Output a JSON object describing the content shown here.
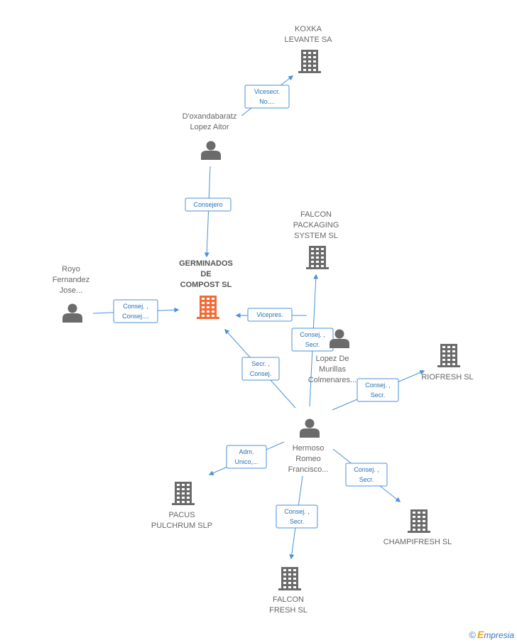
{
  "nodes": [
    {
      "id": "germinados",
      "kind": "company",
      "main": true,
      "lines": [
        "GERMINADOS",
        "DE",
        "COMPOST SL"
      ]
    },
    {
      "id": "koxka",
      "kind": "company",
      "lines": [
        "KOXKA",
        "LEVANTE SA"
      ]
    },
    {
      "id": "doxandabaratz",
      "kind": "person",
      "lines": [
        "D'oxandabaratz",
        "Lopez Aitor"
      ]
    },
    {
      "id": "royo",
      "kind": "person",
      "lines": [
        "Royo",
        "Fernandez",
        "Jose..."
      ]
    },
    {
      "id": "falcon_packaging",
      "kind": "company",
      "lines": [
        "FALCON",
        "PACKAGING",
        "SYSTEM  SL"
      ]
    },
    {
      "id": "lopez_murillas",
      "kind": "person",
      "lines": [
        "Lopez De",
        "Murillas",
        "Colmenares..."
      ]
    },
    {
      "id": "riofresh",
      "kind": "company",
      "lines": [
        "RIOFRESH SL"
      ]
    },
    {
      "id": "hermoso",
      "kind": "person",
      "lines": [
        "Hermoso",
        "Romeo",
        "Francisco..."
      ]
    },
    {
      "id": "pacus",
      "kind": "company",
      "lines": [
        "PACUS",
        "PULCHRUM SLP"
      ]
    },
    {
      "id": "champifresh",
      "kind": "company",
      "lines": [
        "CHAMPIFRESH SL"
      ]
    },
    {
      "id": "falcon_fresh",
      "kind": "company",
      "lines": [
        "FALCON",
        "FRESH  SL"
      ]
    }
  ],
  "edges": [
    {
      "id": "e1",
      "from": "doxandabaratz",
      "to": "koxka",
      "label": [
        "Vicesecr.",
        "No...."
      ]
    },
    {
      "id": "e2",
      "from": "doxandabaratz",
      "to": "germinados",
      "label": [
        "Consejero"
      ]
    },
    {
      "id": "e3",
      "from": "royo",
      "to": "germinados",
      "label": [
        "Consej. ,",
        "Consej...."
      ]
    },
    {
      "id": "e4",
      "from": "lopez_murillas",
      "to": "germinados",
      "label": [
        "Vicepres."
      ]
    },
    {
      "id": "e5",
      "from": "hermoso",
      "to": "falcon_packaging",
      "label": [
        "Consej. ,",
        "Secr."
      ]
    },
    {
      "id": "e6",
      "from": "hermoso",
      "to": "germinados",
      "label": [
        "Secr. ,",
        "Consej."
      ]
    },
    {
      "id": "e7",
      "from": "hermoso",
      "to": "riofresh",
      "label": [
        "Consej. ,",
        "Secr."
      ]
    },
    {
      "id": "e8",
      "from": "hermoso",
      "to": "pacus",
      "label": [
        "Adm.",
        "Unico,..."
      ]
    },
    {
      "id": "e9",
      "from": "hermoso",
      "to": "champifresh",
      "label": [
        "Consej. ,",
        "Secr."
      ]
    },
    {
      "id": "e10",
      "from": "hermoso",
      "to": "falcon_fresh",
      "label": [
        "Consej. ,",
        "Secr."
      ]
    }
  ],
  "colors": {
    "edge": "#4a90d9",
    "main_company": "#f26a35",
    "company": "#6b6b6b",
    "person": "#6b6b6b"
  },
  "footer": {
    "copyright": "©",
    "brand_initial": "E",
    "brand_rest": "mpresia"
  }
}
